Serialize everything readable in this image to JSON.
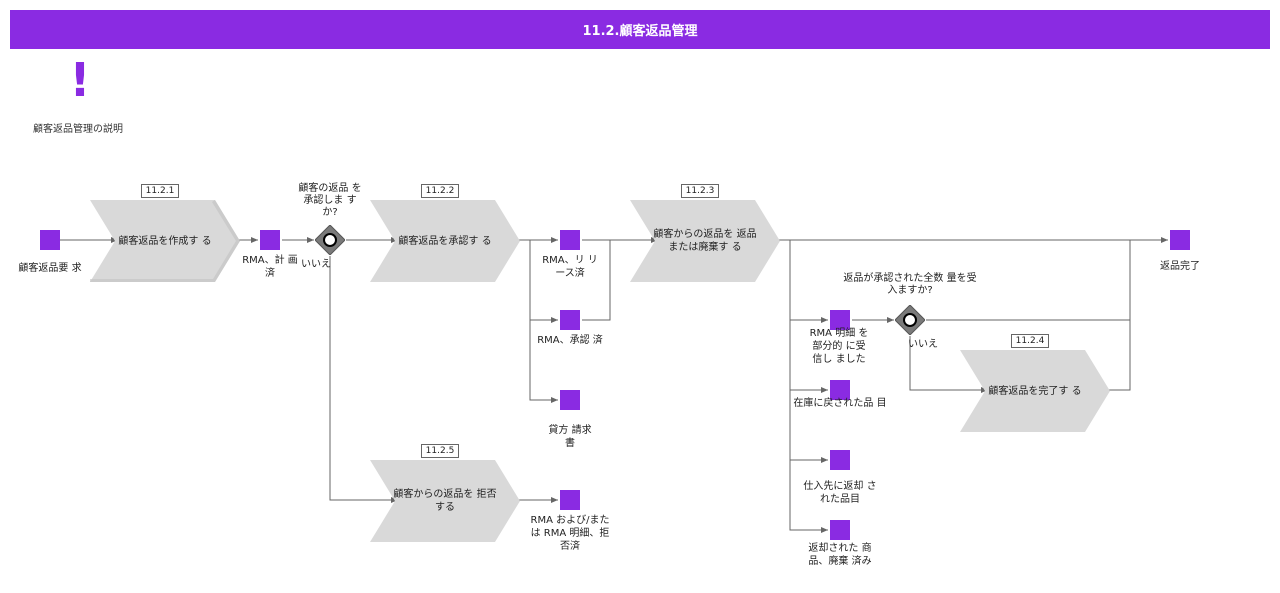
{
  "header": {
    "title": "11.2.顧客返品管理"
  },
  "description": {
    "icon": "exclamation-icon",
    "glyph": "!",
    "label": "顧客返品管理の説明"
  },
  "colors": {
    "header": "#8a2be2",
    "event": "#8a2be2",
    "function": "#d9d9d9",
    "line": "#666666"
  },
  "functions": {
    "f1": {
      "id": "11.2.1",
      "label": "顧客返品を作成す る"
    },
    "f2": {
      "id": "11.2.2",
      "label": "顧客返品を承認す る"
    },
    "f3": {
      "id": "11.2.3",
      "label": "顧客からの返品を 返品または廃棄す る"
    },
    "f4": {
      "id": "11.2.4",
      "label": "顧客返品を完了す る"
    },
    "f5": {
      "id": "11.2.5",
      "label": "顧客からの返品を 拒否する"
    }
  },
  "events": {
    "e_request": "顧客返品要 求",
    "e_planned": "RMA、計 画済",
    "e_released": "RMA、リ リース済",
    "e_approved": "RMA、承認 済",
    "e_credit": "貸方 請求 書",
    "e_rejected": "RMA および/または RMA 明細、拒否済",
    "e_complete": "返品完了",
    "e_partial": "RMA 明細 を部分的 に受信し ました",
    "e_restocked": "在庫に戻された品 目",
    "e_vendor": "仕入先に返却 された品目",
    "e_scrapped": "返却された 商品、廃棄 済み"
  },
  "gateways": {
    "g1": {
      "question": "顧客の返品 を承認しま すか?",
      "no_label": "いいえ"
    },
    "g2": {
      "question": "返品が承認された全数 量を受入ますか?",
      "no_label": "いいえ"
    }
  }
}
